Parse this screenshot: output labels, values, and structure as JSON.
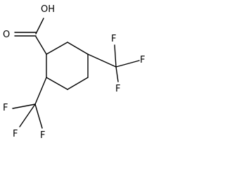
{
  "molecule": {
    "atom_labels": {
      "hydroxyl": "OH",
      "carbonyl_oxygen": "O",
      "fluorines": [
        "F",
        "F",
        "F",
        "F",
        "F",
        "F"
      ]
    }
  }
}
